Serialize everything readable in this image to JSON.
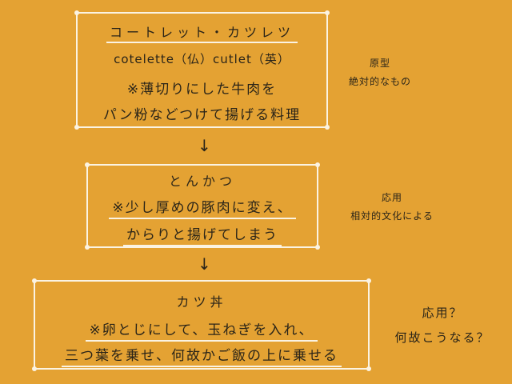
{
  "box1": {
    "title": "コートレット・カツレツ",
    "line2": "cotelette（仏）cutlet（英）",
    "line3": "※薄切りにした牛肉を",
    "line4": "パン粉などつけて揚げる料理"
  },
  "box2": {
    "title": "とんかつ",
    "line2": "※少し厚めの豚肉に変え、",
    "line3": "からりと揚げてしまう"
  },
  "box3": {
    "title": "カツ丼",
    "line2": "※卵とじにして、玉ねぎを入れ、",
    "line3": "三つ葉を乗せ、何故かご飯の上に乗せる"
  },
  "arrows": {
    "arrow1": "↓",
    "arrow2": "↓"
  },
  "notes": {
    "note1_line1": "原型",
    "note1_line2": "絶対的なもの",
    "note2_line1": "応用",
    "note2_line2": "相対的文化による",
    "note3_line1": "応用？",
    "note3_line2": "何故こうなる？"
  }
}
